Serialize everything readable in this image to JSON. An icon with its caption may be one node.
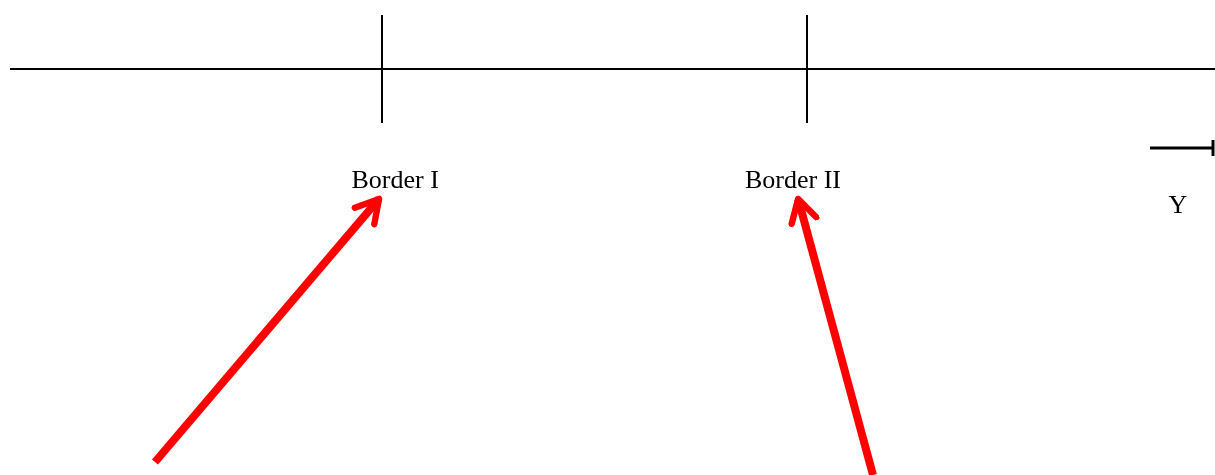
{
  "diagram": {
    "nodes": [
      {
        "text": [
          "Border I"
        ]
      },
      {
        "text": [
          "Border II"
        ]
      }
    ],
    "edges": [
      {
        "from": null,
        "to": 0,
        "arrow": "to"
      },
      {
        "from": null,
        "to": 1,
        "arrow": "to"
      }
    ],
    "labels": [
      "Y"
    ]
  }
}
